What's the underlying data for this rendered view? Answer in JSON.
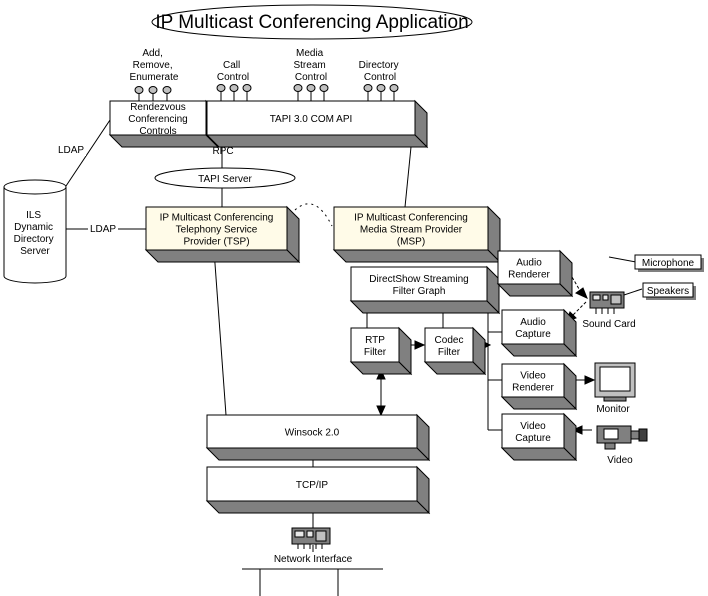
{
  "title": "IP Multicast Conferencing Application",
  "colors": {
    "box_fill": "#ffffff",
    "provider_fill": "#fffbe8",
    "shadow": "#808080",
    "line": "#000000"
  },
  "interface_groups": [
    {
      "id": "g1",
      "lines": [
        "Add,",
        "Remove,",
        "Enumerate"
      ]
    },
    {
      "id": "g2",
      "lines": [
        "Call",
        "Control"
      ]
    },
    {
      "id": "g3",
      "lines": [
        "Media",
        "Stream",
        "Control"
      ]
    },
    {
      "id": "g4",
      "lines": [
        "Directory",
        "Control"
      ]
    }
  ],
  "boxes": {
    "rendezvous": {
      "lines": [
        "Rendezvous",
        "Conferencing",
        "Controls"
      ]
    },
    "tapi_api": {
      "lines": [
        "TAPI 3.0 COM API"
      ]
    },
    "tsp": {
      "lines": [
        "IP Multicast Conferencing",
        "Telephony Service",
        "Provider (TSP)"
      ]
    },
    "msp": {
      "lines": [
        "IP Multicast Conferencing",
        "Media Stream Provider",
        "(MSP)"
      ]
    },
    "filter_graph": {
      "lines": [
        "DirectShow Streaming",
        "Filter Graph"
      ]
    },
    "rtp_filter": {
      "lines": [
        "RTP",
        "Filter"
      ]
    },
    "codec_filter": {
      "lines": [
        "Codec",
        "Filter"
      ]
    },
    "audio_renderer": {
      "lines": [
        "Audio",
        "Renderer"
      ]
    },
    "audio_capture": {
      "lines": [
        "Audio",
        "Capture"
      ]
    },
    "video_renderer": {
      "lines": [
        "Video",
        "Renderer"
      ]
    },
    "video_capture": {
      "lines": [
        "Video",
        "Capture"
      ]
    },
    "winsock": {
      "lines": [
        "Winsock 2.0"
      ]
    },
    "tcpip": {
      "lines": [
        "TCP/IP"
      ]
    }
  },
  "tapi_server": "TAPI Server",
  "ils_server": {
    "lines": [
      "ILS",
      "Dynamic",
      "Directory",
      "Server"
    ]
  },
  "connector_labels": {
    "ldap_top": "LDAP",
    "ldap_mid": "LDAP",
    "rpc": "RPC"
  },
  "devices": {
    "sound_card": "Sound Card",
    "microphone": "Microphone",
    "speakers": "Speakers",
    "monitor": "Monitor",
    "video_camera": "Video",
    "network_interface": "Network Interface"
  }
}
